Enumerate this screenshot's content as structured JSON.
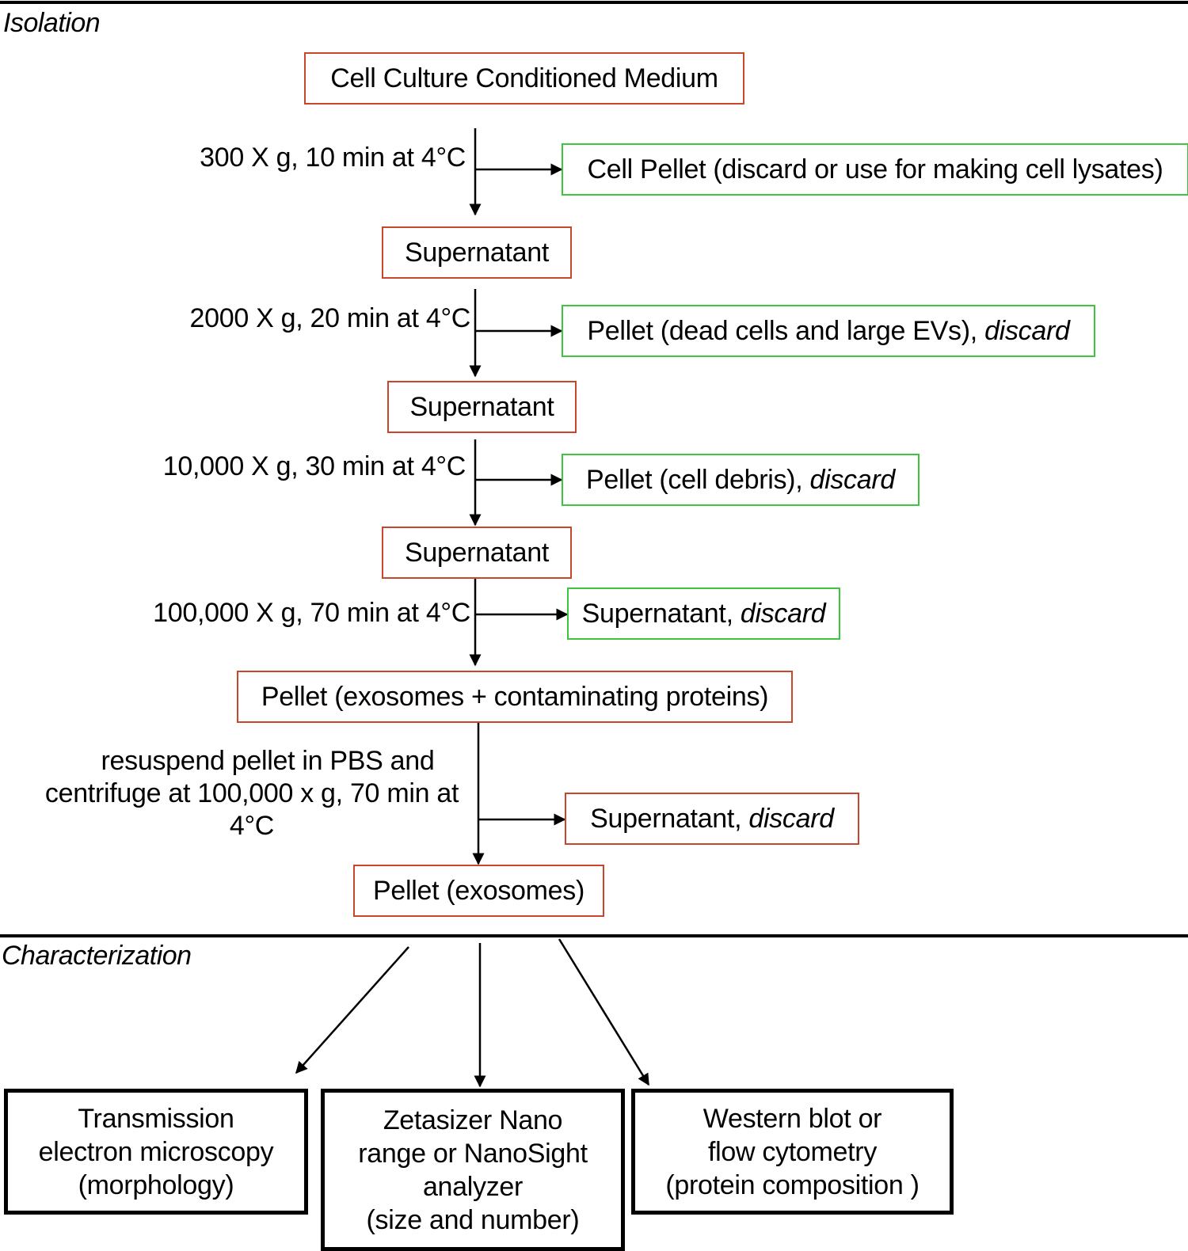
{
  "sections": {
    "isolation": "Isolation",
    "characterization": "Characterization"
  },
  "main_boxes": {
    "start": "Cell Culture  Conditioned Medium",
    "supernatant1": "Supernatant",
    "supernatant2": "Supernatant",
    "supernatant3": "Supernatant",
    "pellet_crude": "Pellet (exosomes + contaminating proteins)",
    "pellet_final": "Pellet (exosomes)"
  },
  "conditions": {
    "step1": "300 X g, 10 min at 4°C",
    "step2": "2000 X g, 20 min at 4°C",
    "step3": "10,000 X g, 30 min at 4°C",
    "step4": "100,000 X g, 70 min at 4°C",
    "step5": {
      "line1": "resuspend pellet in PBS and",
      "line2": "centrifuge at 100,000 x g, 70 min at",
      "line3": "4°C"
    }
  },
  "side_boxes": {
    "side1": "Cell Pellet (discard or use for making cell lysates)",
    "side2": {
      "text": "Pellet (dead cells and large EVs), ",
      "italic": "discard"
    },
    "side3": {
      "text": "Pellet (cell debris), ",
      "italic": "discard"
    },
    "side4": {
      "text": "Supernatant, ",
      "italic": "discard"
    },
    "side5": {
      "text": "Supernatant, ",
      "italic": "discard"
    }
  },
  "methods": {
    "tem": {
      "line1": "Transmission",
      "line2": "electron microscopy",
      "line3": "(morphology)"
    },
    "zeta": {
      "line1": "Zetasizer Nano",
      "line2": "range or NanoSight",
      "line3": "analyzer",
      "line4": "(size and number)"
    },
    "wb": {
      "line1": "Western blot or",
      "line2": "flow cytometry",
      "line3": "(protein composition )"
    }
  },
  "colors": {
    "main_box_border": "#c9462c",
    "side_box_border": "#3fc43f",
    "final_side_box_border": "#c9462c",
    "method_box_border": "#000000"
  }
}
